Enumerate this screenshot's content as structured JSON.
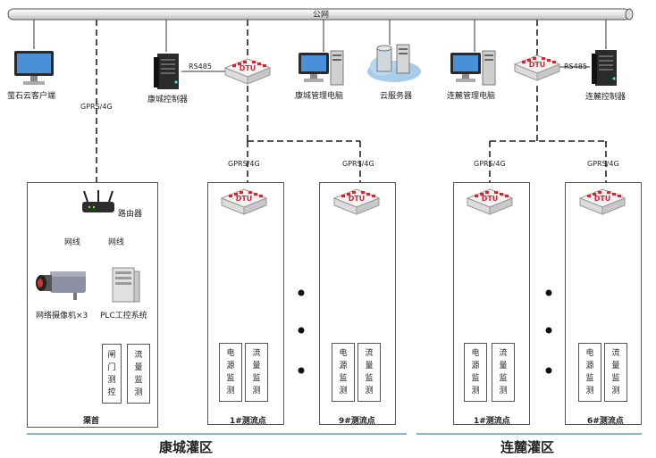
{
  "network": {
    "label": "公网"
  },
  "top_devices": {
    "cloud_client": "萤石云客户端",
    "kangcheng_controller": "康城控制器",
    "rs485_left": "RS485",
    "kangcheng_pc": "康城管理电脑",
    "cloud_server": "云服务器",
    "lianlu_pc": "连麓管理电脑",
    "rs485_right": "RS485",
    "lianlu_controller": "连麓控制器"
  },
  "links": {
    "gprs_main": "GPRS/4G",
    "gprs": "GPRS/4G"
  },
  "dtu_label": "DTU",
  "qushou": {
    "router": "路由器",
    "net_left": "网线",
    "net_right": "网线",
    "camera": "网络摄像机×3",
    "plc": "PLC工控系统",
    "gate": "闸门测控",
    "flow": "流量监测",
    "caption": "渠首"
  },
  "stations": [
    {
      "power": "电源监测",
      "flow": "流量监测",
      "caption": "1#测流点"
    },
    {
      "power": "电源监测",
      "flow": "流量监测",
      "caption": "9#测流点"
    },
    {
      "power": "电源监测",
      "flow": "流量监测",
      "caption": "1#测流点"
    },
    {
      "power": "电源监测",
      "flow": "流量监测",
      "caption": "6#测流点"
    }
  ],
  "regions": {
    "left": "康城灌区",
    "right": "连麓灌区"
  },
  "colors": {
    "dtu_red": "#d9262e",
    "region_line": "#5b9bd5"
  }
}
